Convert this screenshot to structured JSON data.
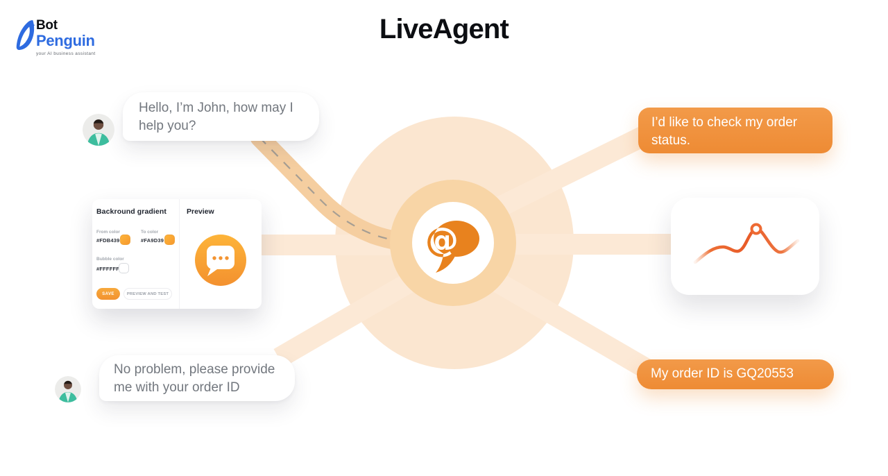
{
  "brand": {
    "name_top": "Bot",
    "name_bottom": "Penguin",
    "tagline": "your AI business assistant"
  },
  "header": {
    "title": "LiveAgent"
  },
  "messages": {
    "agent_greeting": "Hello, I’m John, how may I help you?",
    "user_order_status": "I’d like to check my order status.",
    "agent_order_id_request": "No problem, please provide me with your order ID",
    "user_order_id": "My order ID is GQ20553"
  },
  "settings_card": {
    "title": "Backround gradient",
    "fields": {
      "from_color": {
        "label": "From color",
        "value": "#FDB439"
      },
      "to_color": {
        "label": "To color",
        "value": "#FA9D39"
      },
      "bubble_color": {
        "label": "Bubble color",
        "value": "#FFFFFF"
      }
    },
    "buttons": {
      "save": "SAVE",
      "preview_and_test": "PREVIEW AND TEST"
    },
    "preview_title": "Preview"
  },
  "icons": {
    "penguin_logo": "botpenguin-mark",
    "liveagent_logo": "at-speech-bubble",
    "liveagent_at": "@",
    "chat_widget": "chat-bubble-dots",
    "trend": "trend-line",
    "avatar": "agent-avatar"
  },
  "colors": {
    "accent_orange": "#F0923E",
    "logo_orange": "#E8821E",
    "swatch_from": "#FDB439",
    "swatch_to": "#FA9D39",
    "brand_blue": "#2E6BE0",
    "pale_circle": "#FBE6D0",
    "ring": "#F8D5A6",
    "road": "#F5CEA0",
    "band": "#FCE9D6",
    "trend_line": "#EC6A32"
  }
}
